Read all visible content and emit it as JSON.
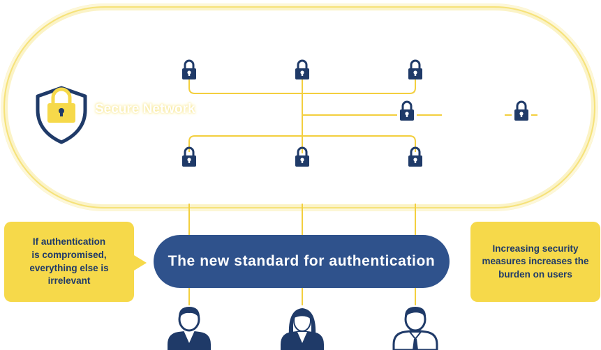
{
  "colors": {
    "navy": "#1f3a68",
    "pill_blue": "#2f528c",
    "yellow": "#f6d94a",
    "glow_yellow": "#f8ec9c",
    "line_yellow": "#f3cf3e"
  },
  "network": {
    "label": "Secure Network",
    "icon": "shield-lock-icon",
    "node_icon": "padlock-icon"
  },
  "center_label": "The new standard for authentication",
  "left_note": "If authentication\nis compromised,\neverything else is\nirrelevant",
  "right_note": "Increasing security\nmeasures increases the\nburden on users",
  "users": [
    {
      "icon": "male-user-icon"
    },
    {
      "icon": "female-user-icon"
    },
    {
      "icon": "male-user-tie-icon"
    }
  ]
}
